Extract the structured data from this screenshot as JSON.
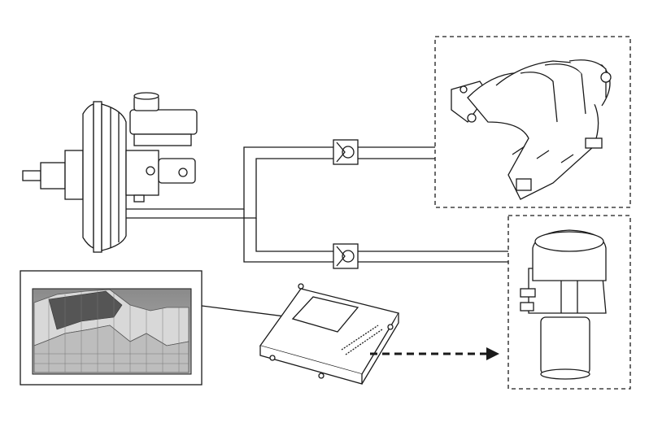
{
  "diagram": {
    "components": [
      {
        "id": "brake-booster",
        "label": ""
      },
      {
        "id": "master-cylinder",
        "label": ""
      },
      {
        "id": "check-valve-upper",
        "label": ""
      },
      {
        "id": "check-valve-lower",
        "label": ""
      },
      {
        "id": "intake-manifold",
        "label": ""
      },
      {
        "id": "electric-vacuum-pump",
        "label": ""
      },
      {
        "id": "control-module",
        "label": ""
      },
      {
        "id": "control-map",
        "label": ""
      }
    ],
    "colors": {
      "line": "#1a1a1a",
      "background": "#ffffff",
      "map_dark": "#555555",
      "map_light": "#d8d8d8",
      "map_box_bg": "#9a9a9a"
    }
  }
}
